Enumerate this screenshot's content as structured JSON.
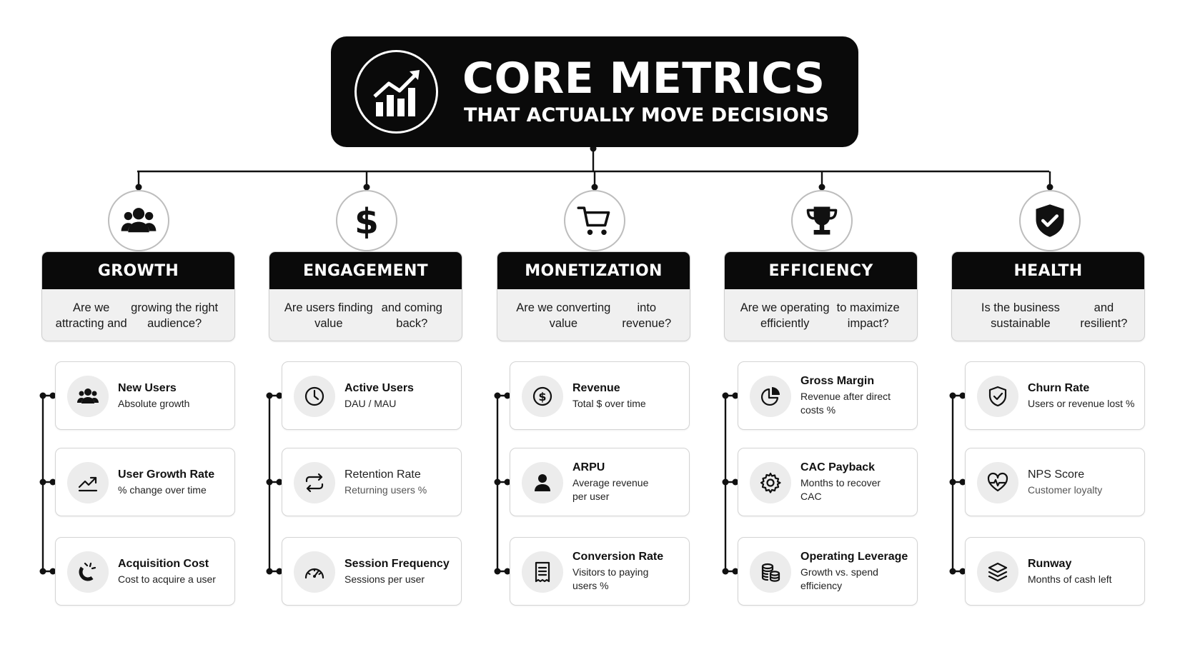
{
  "header": {
    "title": "CORE METRICS",
    "subtitle": "THAT ACTUALLY MOVE DECISIONS",
    "icon": "growth-chart-icon"
  },
  "colors": {
    "dark": "#0a0a0a",
    "card_bg": "#f0f0f0",
    "line": "#111111"
  },
  "categories": [
    {
      "key": "growth",
      "name": "GROWTH",
      "icon": "users-icon",
      "question": [
        "Are we attracting and",
        "growing the right audience?"
      ],
      "metrics": [
        {
          "key": "new-users",
          "title": "New Users",
          "subtitle": [
            "Absolute growth"
          ],
          "icon": "users-icon"
        },
        {
          "key": "user-growth-rate",
          "title": "User Growth Rate",
          "subtitle": [
            "% change over time"
          ],
          "icon": "trend-up-icon"
        },
        {
          "key": "acquisition-cost",
          "title": "Acquisition Cost",
          "subtitle": [
            "Cost to acquire a user"
          ],
          "icon": "magnet-icon"
        }
      ]
    },
    {
      "key": "engagement",
      "name": "ENGAGEMENT",
      "icon": "dollar-icon",
      "question": [
        "Are users finding value",
        "and coming back?"
      ],
      "metrics": [
        {
          "key": "active-users",
          "title": "Active Users",
          "subtitle": [
            "DAU / MAU"
          ],
          "icon": "clock-icon"
        },
        {
          "key": "retention-rate",
          "title": "Retention Rate",
          "subtitle": [
            "Returning users %"
          ],
          "icon": "repeat-icon",
          "muted": true
        },
        {
          "key": "session-frequency",
          "title": "Session Frequency",
          "subtitle": [
            "Sessions per user"
          ],
          "icon": "gauge-icon"
        }
      ]
    },
    {
      "key": "monetization",
      "name": "MONETIZATION",
      "icon": "cart-icon",
      "question": [
        "Are we converting value",
        "into revenue?"
      ],
      "metrics": [
        {
          "key": "revenue",
          "title": "Revenue",
          "subtitle": [
            "Total $ over time"
          ],
          "icon": "dollar-circle-icon"
        },
        {
          "key": "arpu",
          "title": "ARPU",
          "subtitle": [
            "Average revenue",
            "per user"
          ],
          "icon": "user-icon"
        },
        {
          "key": "conversion-rate",
          "title": "Conversion Rate",
          "subtitle": [
            "Visitors to paying",
            "users %"
          ],
          "icon": "receipt-icon"
        }
      ]
    },
    {
      "key": "efficiency",
      "name": "EFFICIENCY",
      "icon": "trophy-icon",
      "question": [
        "Are we operating efficiently",
        "to maximize impact?"
      ],
      "metrics": [
        {
          "key": "gross-margin",
          "title": "Gross Margin",
          "subtitle": [
            "Revenue after direct",
            "costs %"
          ],
          "icon": "pie-chart-icon"
        },
        {
          "key": "cac-payback",
          "title": "CAC Payback",
          "subtitle": [
            "Months to recover",
            "CAC"
          ],
          "icon": "gear-icon"
        },
        {
          "key": "operating-leverage",
          "title": "Operating Leverage",
          "subtitle": [
            "Growth vs. spend",
            "efficiency"
          ],
          "icon": "coins-icon"
        }
      ]
    },
    {
      "key": "health",
      "name": "HEALTH",
      "icon": "shield-check-icon",
      "question": [
        "Is the business sustainable",
        "and resilient?"
      ],
      "metrics": [
        {
          "key": "churn-rate",
          "title": "Churn Rate",
          "subtitle": [
            "Users or revenue lost %"
          ],
          "icon": "shield-check-outline-icon"
        },
        {
          "key": "nps-score",
          "title": "NPS Score",
          "subtitle": [
            "Customer loyalty"
          ],
          "icon": "heartbeat-icon",
          "muted": true
        },
        {
          "key": "runway",
          "title": "Runway",
          "subtitle": [
            "Months of cash left"
          ],
          "icon": "layers-icon"
        }
      ]
    }
  ]
}
